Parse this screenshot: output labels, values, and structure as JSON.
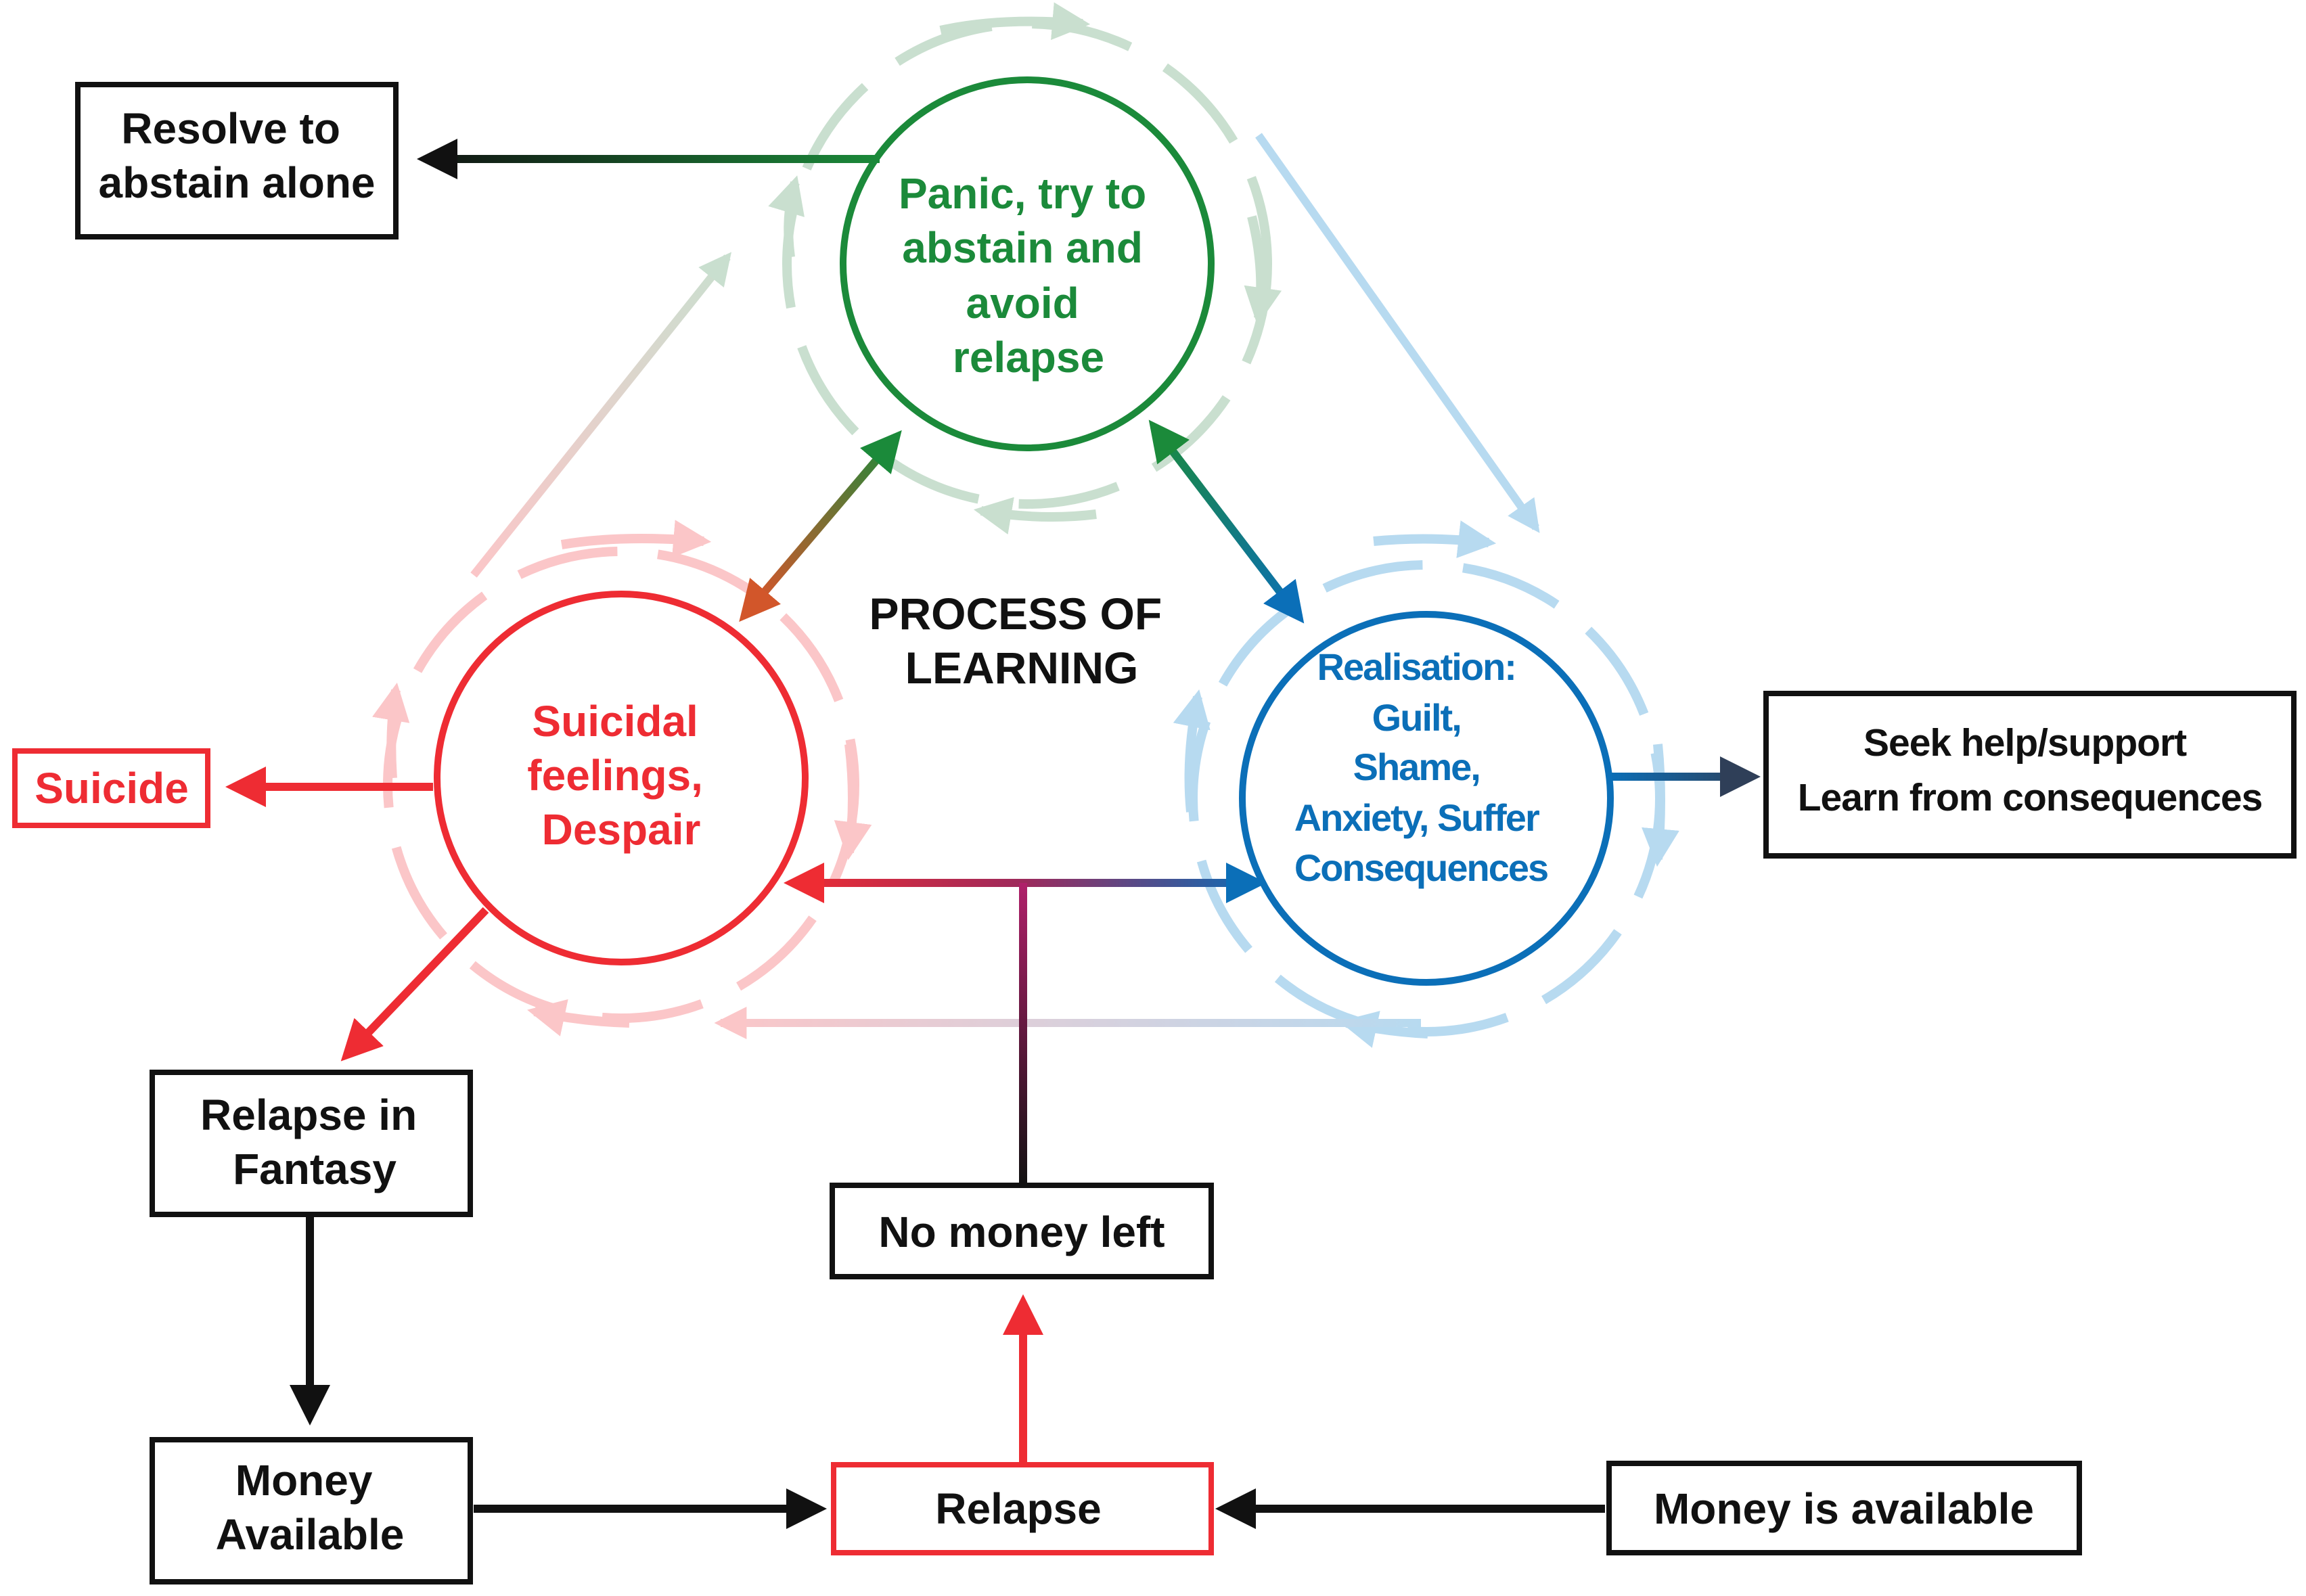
{
  "colors": {
    "green": "#1b8a3a",
    "red": "#ee2c33",
    "blue": "#0b6fb8",
    "black": "#111111",
    "green_faint": "#c9dfcf",
    "red_faint": "#fbc6c8",
    "blue_faint": "#b7daf0"
  },
  "center_title": {
    "lines": [
      "PROCESS OF",
      "LEARNING"
    ]
  },
  "circles": {
    "panic": {
      "lines": [
        "Panic, try to",
        "abstain and",
        "avoid",
        "relapse"
      ]
    },
    "suicidal": {
      "lines": [
        "Suicidal",
        "feelings,",
        "Despair"
      ]
    },
    "realisation": {
      "lines": [
        "Realisation:",
        "Guilt,",
        "Shame,",
        "Anxiety, Suffer",
        "Consequences"
      ]
    }
  },
  "boxes": {
    "resolve": {
      "lines": [
        "Resolve to",
        "abstain alone"
      ]
    },
    "suicide": {
      "lines": [
        "Suicide"
      ]
    },
    "seek_help": {
      "lines": [
        "Seek help/support",
        "Learn from consequences"
      ]
    },
    "relapse_fantasy": {
      "lines": [
        "Relapse in",
        "Fantasy"
      ]
    },
    "no_money": {
      "lines": [
        "No money left"
      ]
    },
    "money_available": {
      "lines": [
        "Money",
        "Available"
      ]
    },
    "relapse": {
      "lines": [
        "Relapse"
      ]
    },
    "money_is_available": {
      "lines": [
        "Money is available"
      ]
    }
  }
}
